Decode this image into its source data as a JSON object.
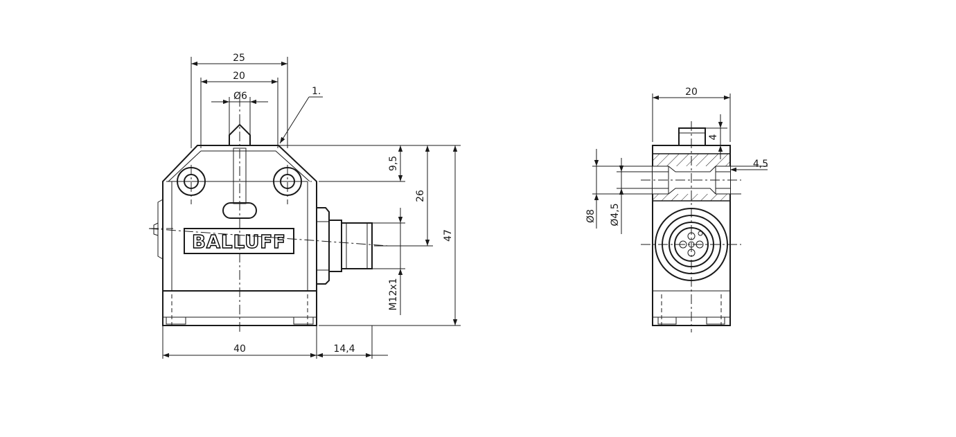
{
  "drawing": {
    "brand": "BALLUFF",
    "callout": "1.",
    "front_view": {
      "dim_width_25": "25",
      "dim_width_20": "20",
      "dim_dia_6": "Ø6",
      "dim_height_9_5": "9,5",
      "dim_height_26": "26",
      "dim_height_47": "47",
      "dim_thread": "M12x1",
      "dim_width_40": "40",
      "dim_width_14_4": "14,4"
    },
    "side_view": {
      "dim_width_20": "20",
      "dim_height_4": "4",
      "dim_hole_4_5": "4,5",
      "dim_dia_8": "Ø8",
      "dim_dia_4_5": "Ø4,5"
    }
  }
}
